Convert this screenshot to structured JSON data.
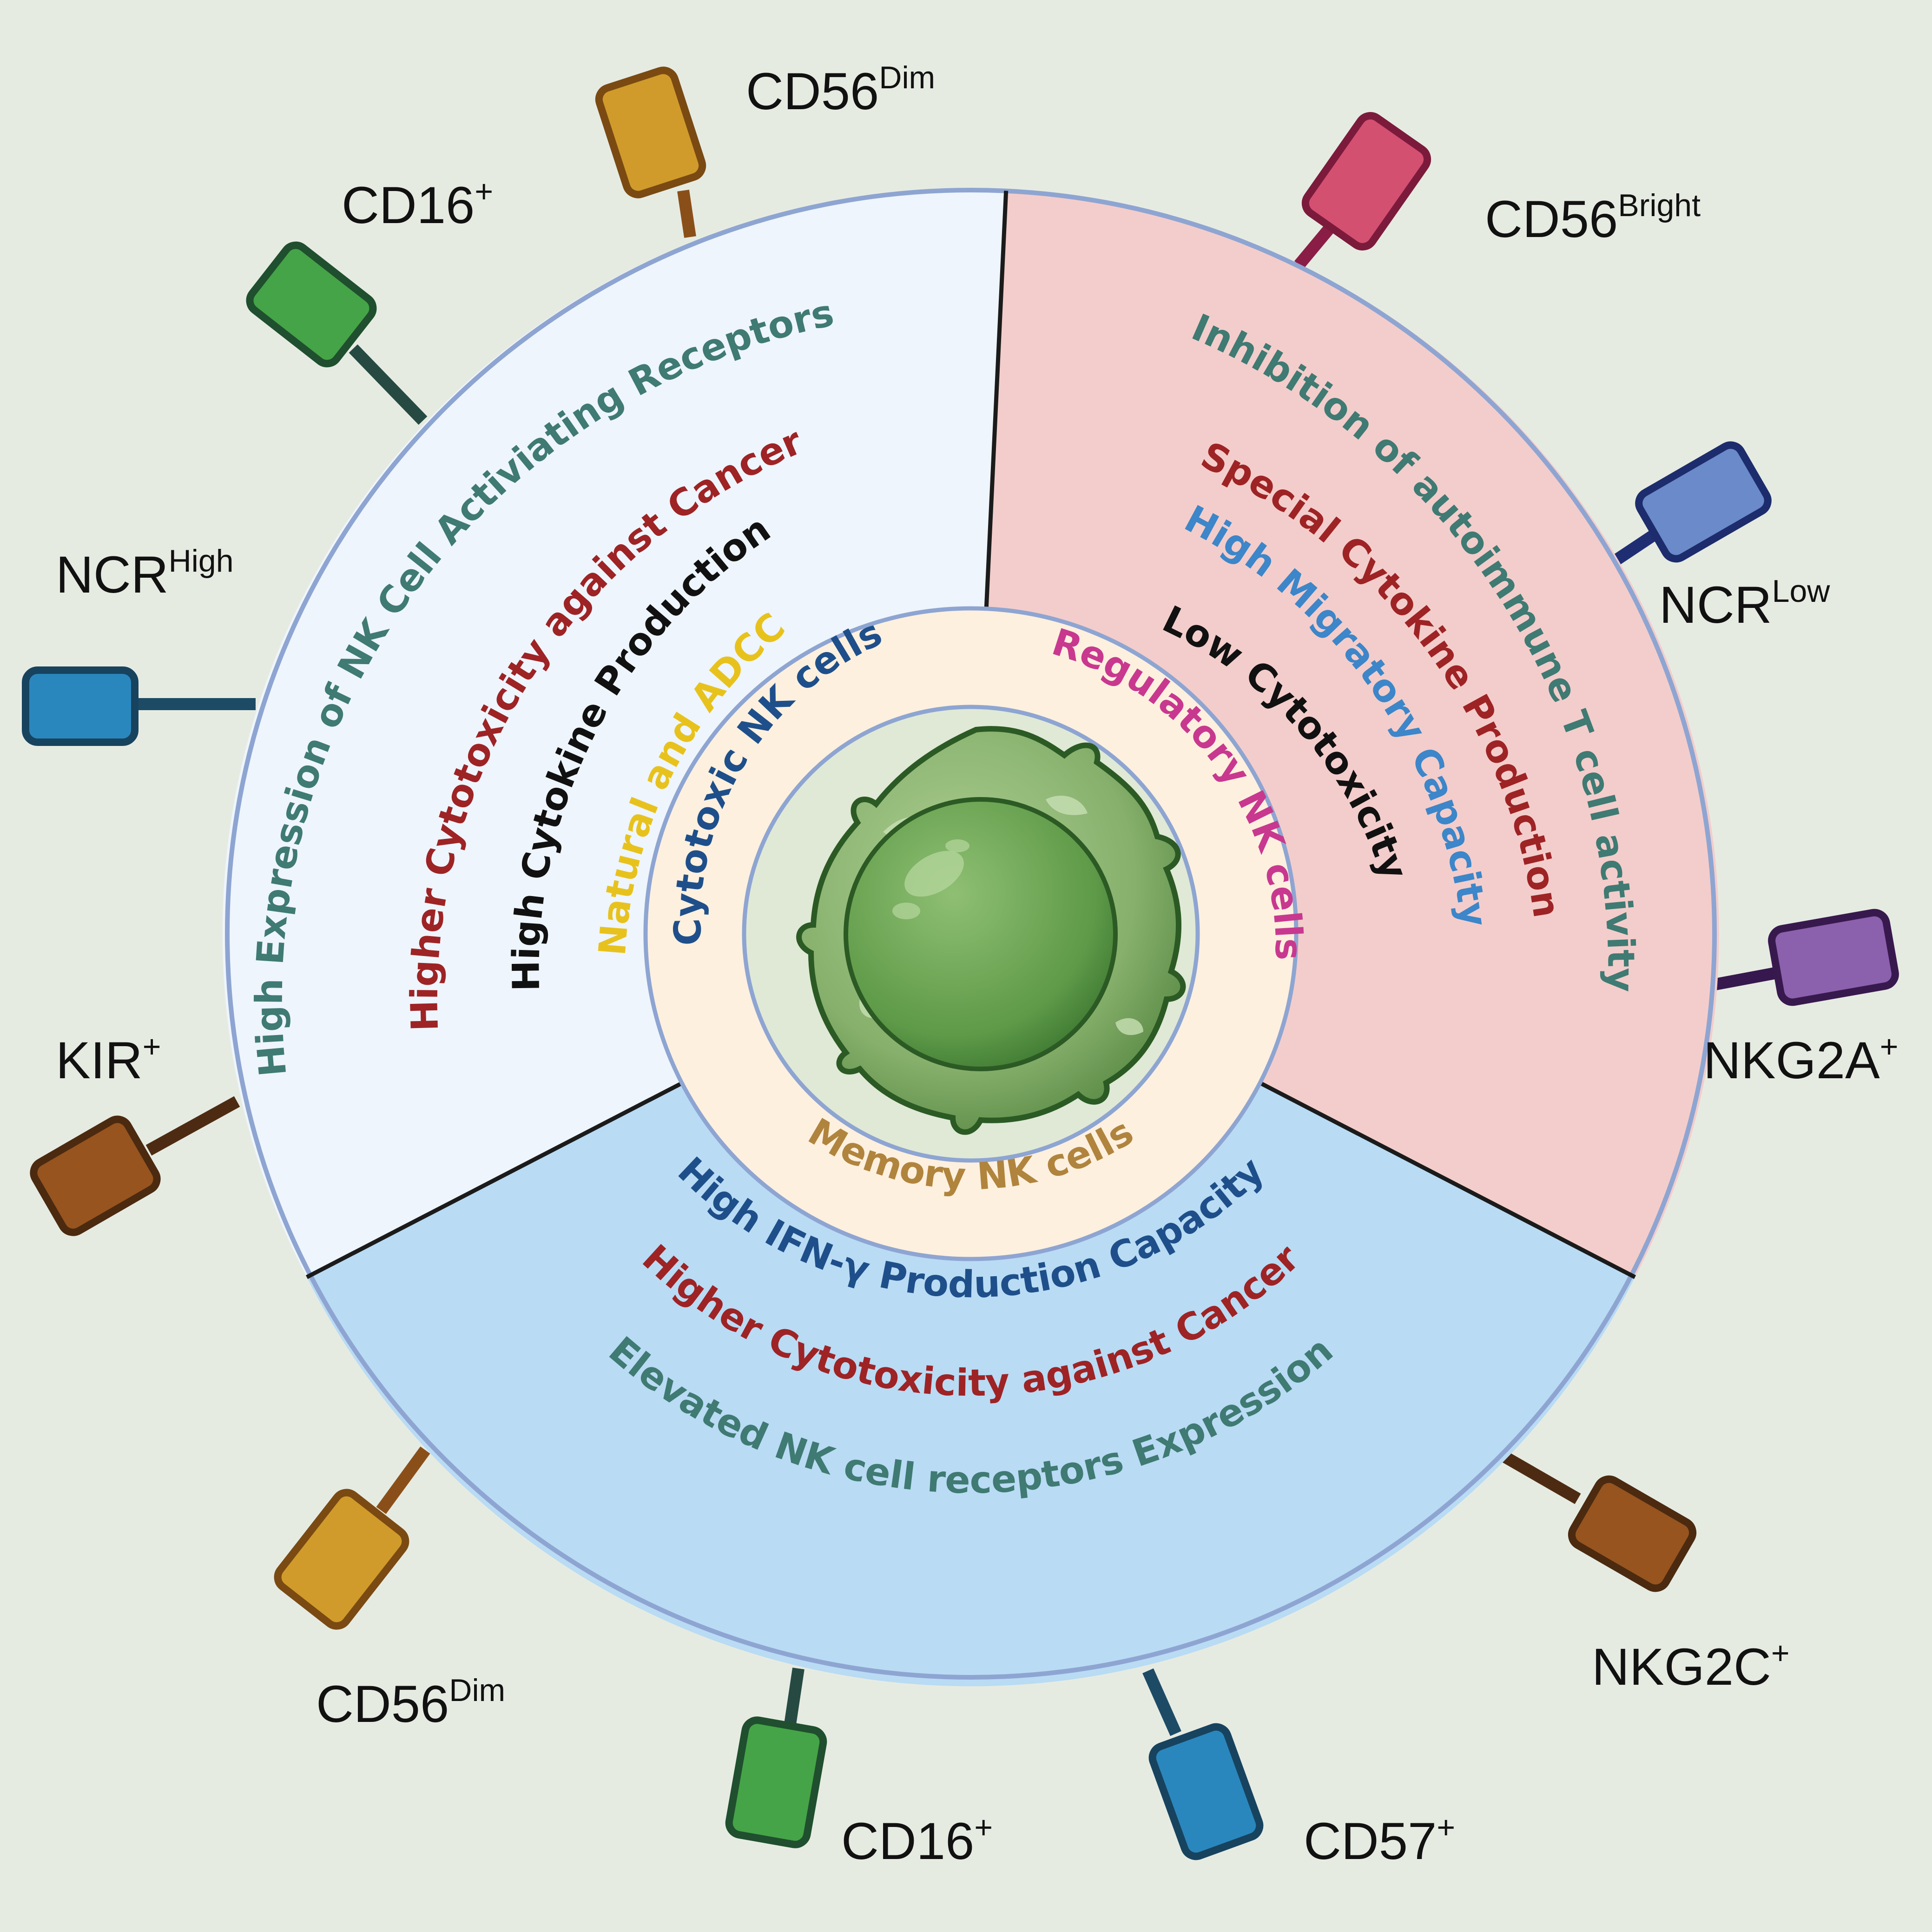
{
  "segments": {
    "cytotoxic": {
      "title": "Cytotoxic NK cells",
      "features": [
        "High Expression of NK Cell Activiating Receptors",
        "Higher Cytotoxicity against Cancer",
        "High Cytokine Production",
        "Natural and ADCC"
      ]
    },
    "regulatory": {
      "title": "Regulatory NK cells",
      "features": [
        "Inhibition of autoimmune T cell activity",
        "Special Cytokine Production",
        "High Migratory Capacity",
        "Low Cytotoxicity"
      ]
    },
    "memory": {
      "title": "Memory NK cells",
      "features": [
        "High IFN-γ Production Capacity",
        "Higher Cytotoxicity against Cancer",
        "Elevated NK cell receptors Expression"
      ]
    }
  },
  "markers": {
    "cd56_dim_top": {
      "base": "CD56",
      "sup": "Dim"
    },
    "cd16_top": {
      "base": "CD16",
      "sup": "+"
    },
    "ncr_high": {
      "base": "NCR",
      "sup": "High"
    },
    "kir": {
      "base": "KIR",
      "sup": "+"
    },
    "cd56_bright": {
      "base": "CD56",
      "sup": "Bright"
    },
    "ncr_low": {
      "base": "NCR",
      "sup": "Low"
    },
    "nkg2a": {
      "base": "NKG2A",
      "sup": "+"
    },
    "nkg2c": {
      "base": "NKG2C",
      "sup": "+"
    },
    "cd57": {
      "base": "CD57",
      "sup": "+"
    },
    "cd16_bottom": {
      "base": "CD16",
      "sup": "+"
    },
    "cd56_dim_bottom": {
      "base": "CD56",
      "sup": "Dim"
    }
  },
  "colors": {
    "background": "#e6ebe2",
    "cytotoxic_fill": "#eef5fc",
    "regulatory_fill": "#f3cdcb",
    "memory_fill": "#b9dbf4",
    "ring_stroke": "#8ea5d2",
    "inner_ring_fill": "#fdf0df",
    "teal_text": "#3f7a73",
    "dark_red_text": "#9e2325",
    "black_text": "#111111",
    "yellow_text": "#e8c21c",
    "navy_text": "#1e4f8a",
    "magenta_text": "#c8388f",
    "sky_text": "#3c86c9",
    "gold_text": "#b0843d",
    "cell_green": "#8ab370"
  }
}
